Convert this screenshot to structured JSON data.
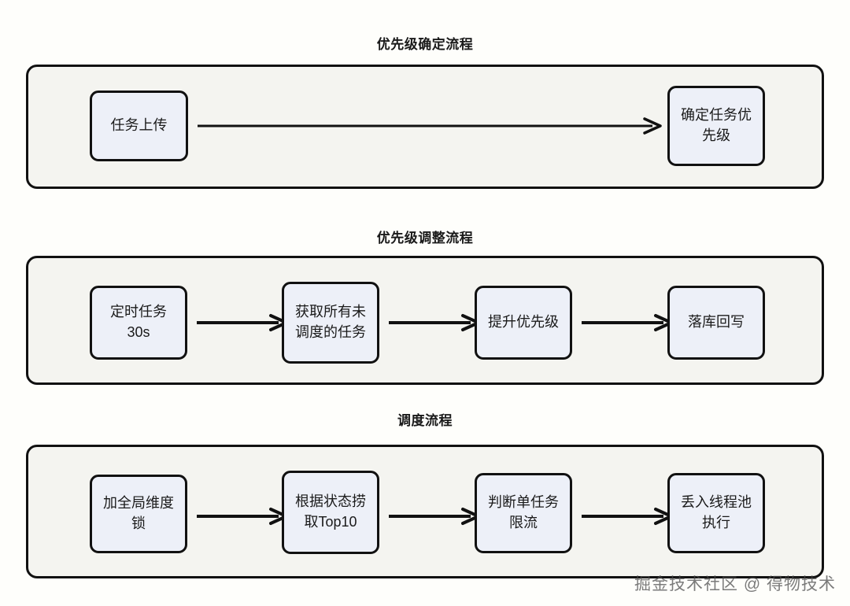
{
  "diagram": {
    "watermark": "掘金技术社区 @ 得物技术",
    "colors": {
      "page_background": "#fefefb",
      "container_fill": "#f4f4f0",
      "container_border": "#111111",
      "node_fill": "#edf0f8",
      "node_border": "#111111",
      "arrow": "#111111",
      "text": "#1a1a1a"
    },
    "sections": [
      {
        "title": "优先级确定流程",
        "nodes": [
          {
            "label": "任务上传"
          },
          {
            "label": "确定任务优先级"
          }
        ],
        "arrows": [
          {
            "from": "任务上传",
            "to": "确定任务优先级"
          }
        ]
      },
      {
        "title": "优先级调整流程",
        "nodes": [
          {
            "label": "定时任务\n30s"
          },
          {
            "label": "获取所有未调度的任务"
          },
          {
            "label": "提升优先级"
          },
          {
            "label": "落库回写"
          }
        ],
        "arrows": [
          {
            "from": "定时任务30s",
            "to": "获取所有未调度的任务"
          },
          {
            "from": "获取所有未调度的任务",
            "to": "提升优先级"
          },
          {
            "from": "提升优先级",
            "to": "落库回写"
          }
        ]
      },
      {
        "title": "调度流程",
        "nodes": [
          {
            "label": "加全局维度锁"
          },
          {
            "label": "根据状态捞取Top10"
          },
          {
            "label": "判断单任务限流"
          },
          {
            "label": "丢入线程池执行"
          }
        ],
        "arrows": [
          {
            "from": "加全局维度锁",
            "to": "根据状态捞取Top10"
          },
          {
            "from": "根据状态捞取Top10",
            "to": "判断单任务限流"
          },
          {
            "from": "判断单任务限流",
            "to": "丢入线程池执行"
          }
        ]
      }
    ]
  }
}
